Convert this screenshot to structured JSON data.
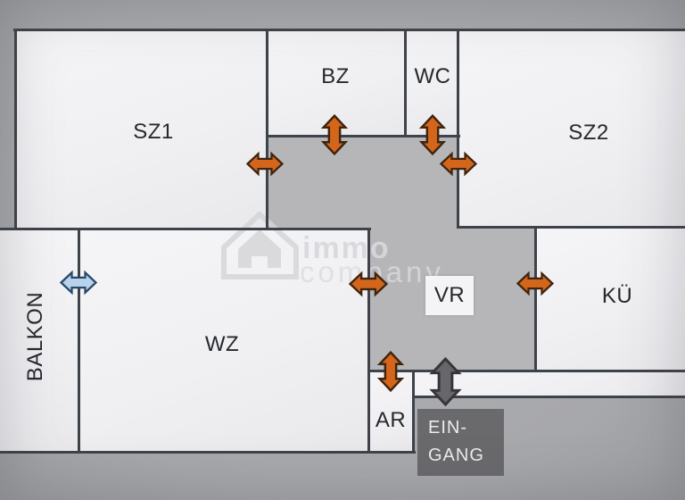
{
  "plan_title": "apartment-floor-plan",
  "rooms": {
    "sz1": {
      "label": "SZ1"
    },
    "bz": {
      "label": "BZ"
    },
    "wc": {
      "label": "WC"
    },
    "sz2": {
      "label": "SZ2"
    },
    "balkon": {
      "label": "BALKON"
    },
    "wz": {
      "label": "WZ"
    },
    "vr": {
      "label": "VR"
    },
    "ku": {
      "label": "KÜ"
    },
    "ar": {
      "label": "AR"
    }
  },
  "entrance": {
    "line1": "EIN-",
    "line2": "GANG"
  },
  "watermark": {
    "line1": "immo",
    "line2": "company"
  },
  "colors": {
    "outside": "#a7a8ab",
    "room_fill": "#f1f1f4",
    "hall_fill": "#b6b6b8",
    "wall": "#3e4249",
    "door_arrow": "#d4661c",
    "door_arrow_outline": "#3f240e",
    "balcony_arrow": "#b9d2ec",
    "balcony_arrow_outline": "#27496b",
    "entrance_arrow": "#67676b",
    "entrance_arrow_outline": "#36363a",
    "entrance_box": "#6a6a6d",
    "entrance_text": "#ececee",
    "label_text": "#26282c",
    "watermark": "#d8d8db"
  }
}
